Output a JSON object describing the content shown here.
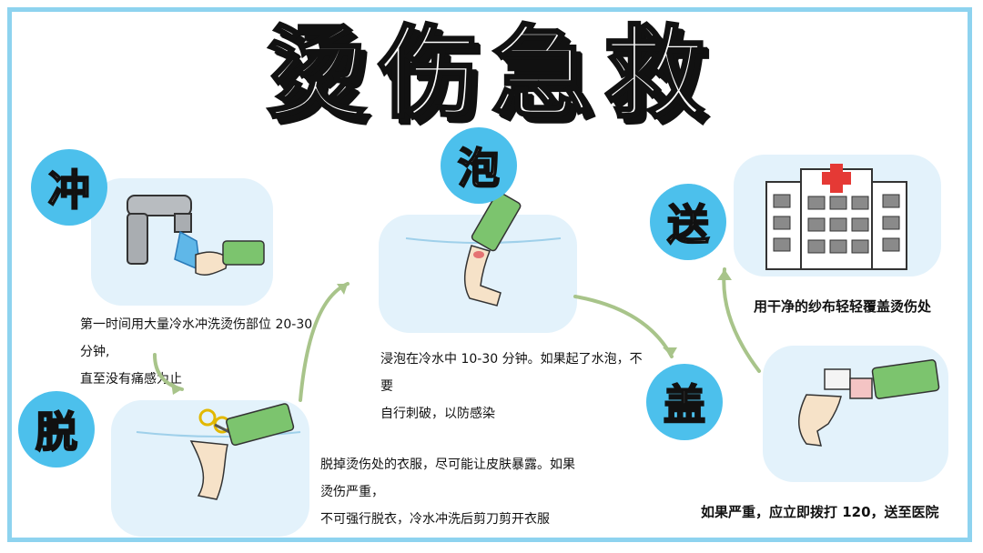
{
  "title": "烫伤急救",
  "steps": {
    "chong": {
      "badge": "冲",
      "caption_line1": "第一时间用大量冷水冲洗烫伤部位 20-30 分钟,",
      "caption_line2": "直至没有痛感为止"
    },
    "tuo": {
      "badge": "脱",
      "caption_line1": "脱掉烫伤处的衣服，尽可能让皮肤暴露。如果烫伤严重，",
      "caption_line2": "不可强行脱衣，冷水冲洗后剪刀剪开衣服"
    },
    "pao": {
      "badge": "泡",
      "caption_line1": "浸泡在冷水中 10-30 分钟。如果起了水泡，不要",
      "caption_line2": "自行刺破，以防感染"
    },
    "gai": {
      "badge": "盖",
      "caption": "用干净的纱布轻轻覆盖烫伤处"
    },
    "song": {
      "badge": "送",
      "caption": "如果严重，应立即拨打 120，送至医院"
    }
  },
  "colors": {
    "frame": "#8ed3ef",
    "badge": "#4cc0ec",
    "panel": "#e3f2fb",
    "sleeve": "#7cc46e",
    "arrow": "#a8c48a"
  }
}
